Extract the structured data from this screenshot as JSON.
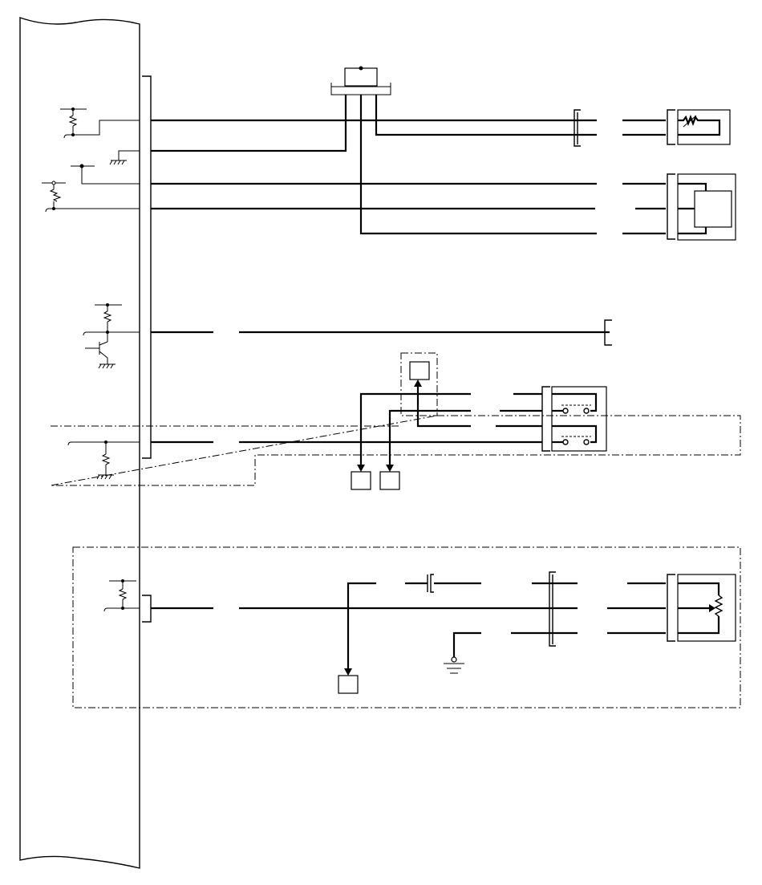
{
  "diagram": {
    "kind": "wiring-schematic",
    "colors": {
      "line": "#000000",
      "background": "#ffffff"
    },
    "components": [
      "control-unit-panel",
      "connector-bar-main",
      "connector-bar-lower",
      "joint-connector",
      "sensor-thermistor",
      "sensor-module-box",
      "connector-end-bracket",
      "dual-switch-unit",
      "potentiometer-sensor",
      "ground-symbol",
      "terminal-box-1",
      "terminal-box-2",
      "terminal-box-3",
      "terminal-box-top"
    ]
  }
}
